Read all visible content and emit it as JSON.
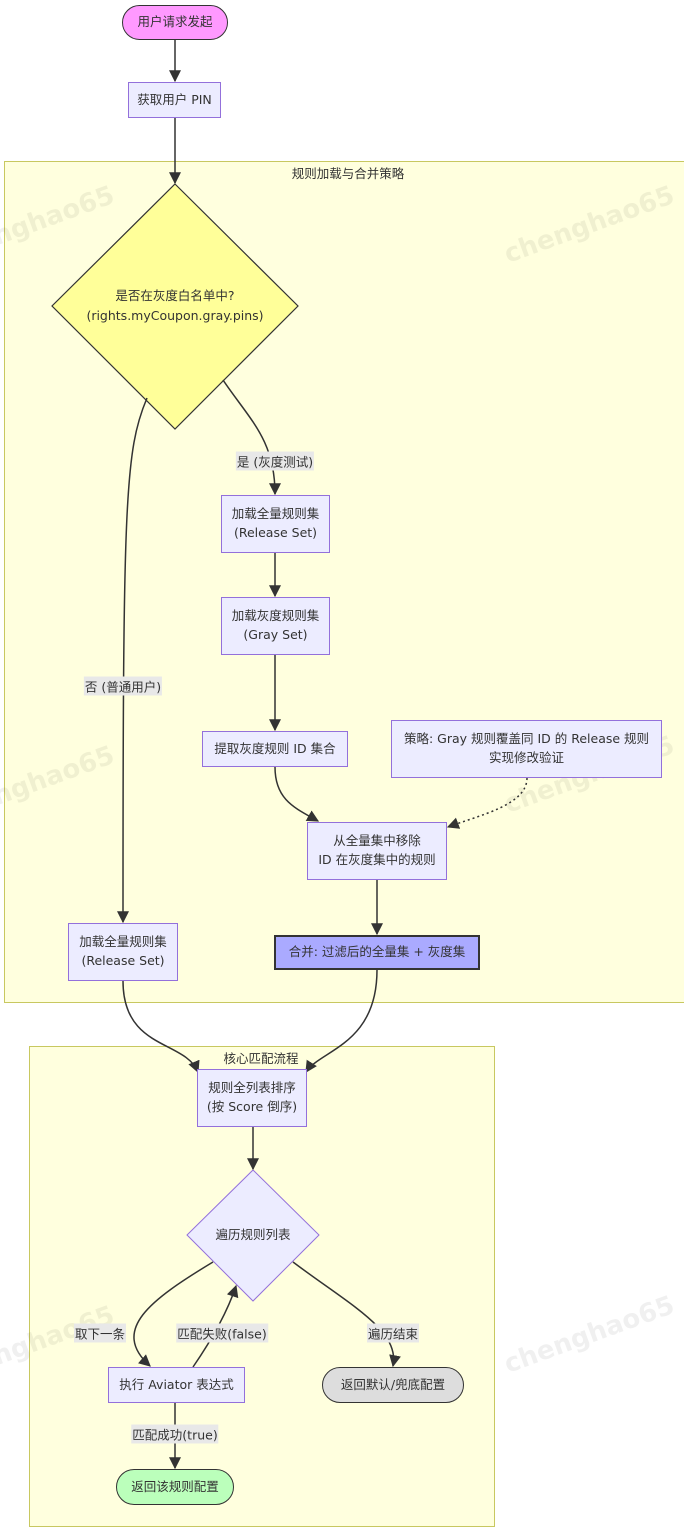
{
  "colors": {
    "node_fill": "#ececff",
    "node_stroke": "#9370db",
    "subgraph_fill": "#ffffde",
    "start": "#ff99ff",
    "decision": "#ffff99",
    "merge": "#aaaaff",
    "default": "#dddddd",
    "success": "#bbffbb"
  },
  "watermark": "chenghao65",
  "nodes": {
    "start": "用户请求发起",
    "get_pin": "获取用户 PIN",
    "decision_gray": "是否在灰度白名单中?\n(rights.myCoupon.gray.pins)",
    "load_release_gray": "加载全量规则集\n(Release Set)",
    "load_gray": "加载灰度规则集\n(Gray Set)",
    "extract_ids": "提取灰度规则 ID 集合",
    "strategy_note": "策略: Gray 规则覆盖同 ID 的 Release 规则\n实现修改验证",
    "remove": "从全量集中移除\nID 在灰度集中的规则",
    "merge": "合并: 过滤后的全量集 + 灰度集",
    "load_release_normal": "加载全量规则集\n(Release Set)",
    "sort": "规则全列表排序\n(按 Score 倒序)",
    "iterate": "遍历规则列表",
    "exec": "执行 Aviator 表达式",
    "return_default": "返回默认/兜底配置",
    "return_rule": "返回该规则配置"
  },
  "subgraphs": {
    "load_merge": "规则加载与合并策略",
    "core_match": "核心匹配流程"
  },
  "edge_labels": {
    "yes": "是 (灰度测试)",
    "no": "否 (普通用户)",
    "next": "取下一条",
    "fail": "匹配失败(false)",
    "end": "遍历结束",
    "success": "匹配成功(true)"
  }
}
